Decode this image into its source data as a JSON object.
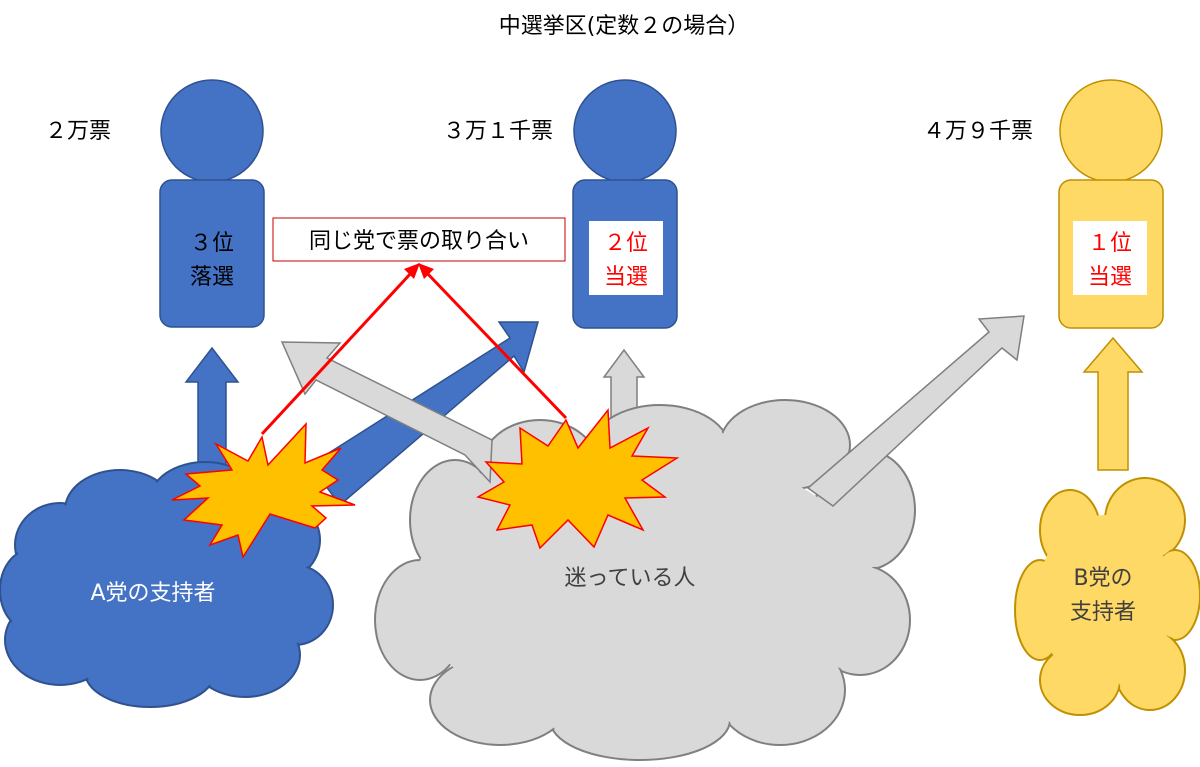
{
  "title": "中選挙区(定数２の場合）",
  "candidates": [
    {
      "votes": "２万票",
      "rank_line1": "３位",
      "rank_line2": "落選",
      "color": "#4472C4"
    },
    {
      "votes": "３万１千票",
      "rank_line1": "２位",
      "rank_line2": "当選",
      "color": "#4472C4"
    },
    {
      "votes": "４万９千票",
      "rank_line1": "１位",
      "rank_line2": "当選",
      "color": "#FFD966"
    }
  ],
  "callout": "同じ党で票の取り合い",
  "groups": {
    "party_a": "A党の支持者",
    "undecided": "迷っている人",
    "party_b_line1": "B党の",
    "party_b_line2": "支持者"
  },
  "colors": {
    "blue": "#4472C4",
    "blue_dark": "#2F528F",
    "yellow": "#FFD966",
    "yellow_dark": "#BF9000",
    "gray": "#D9D9D9",
    "gray_dark": "#7F7F7F",
    "red": "#FF0000",
    "burst": "#FFC000"
  }
}
